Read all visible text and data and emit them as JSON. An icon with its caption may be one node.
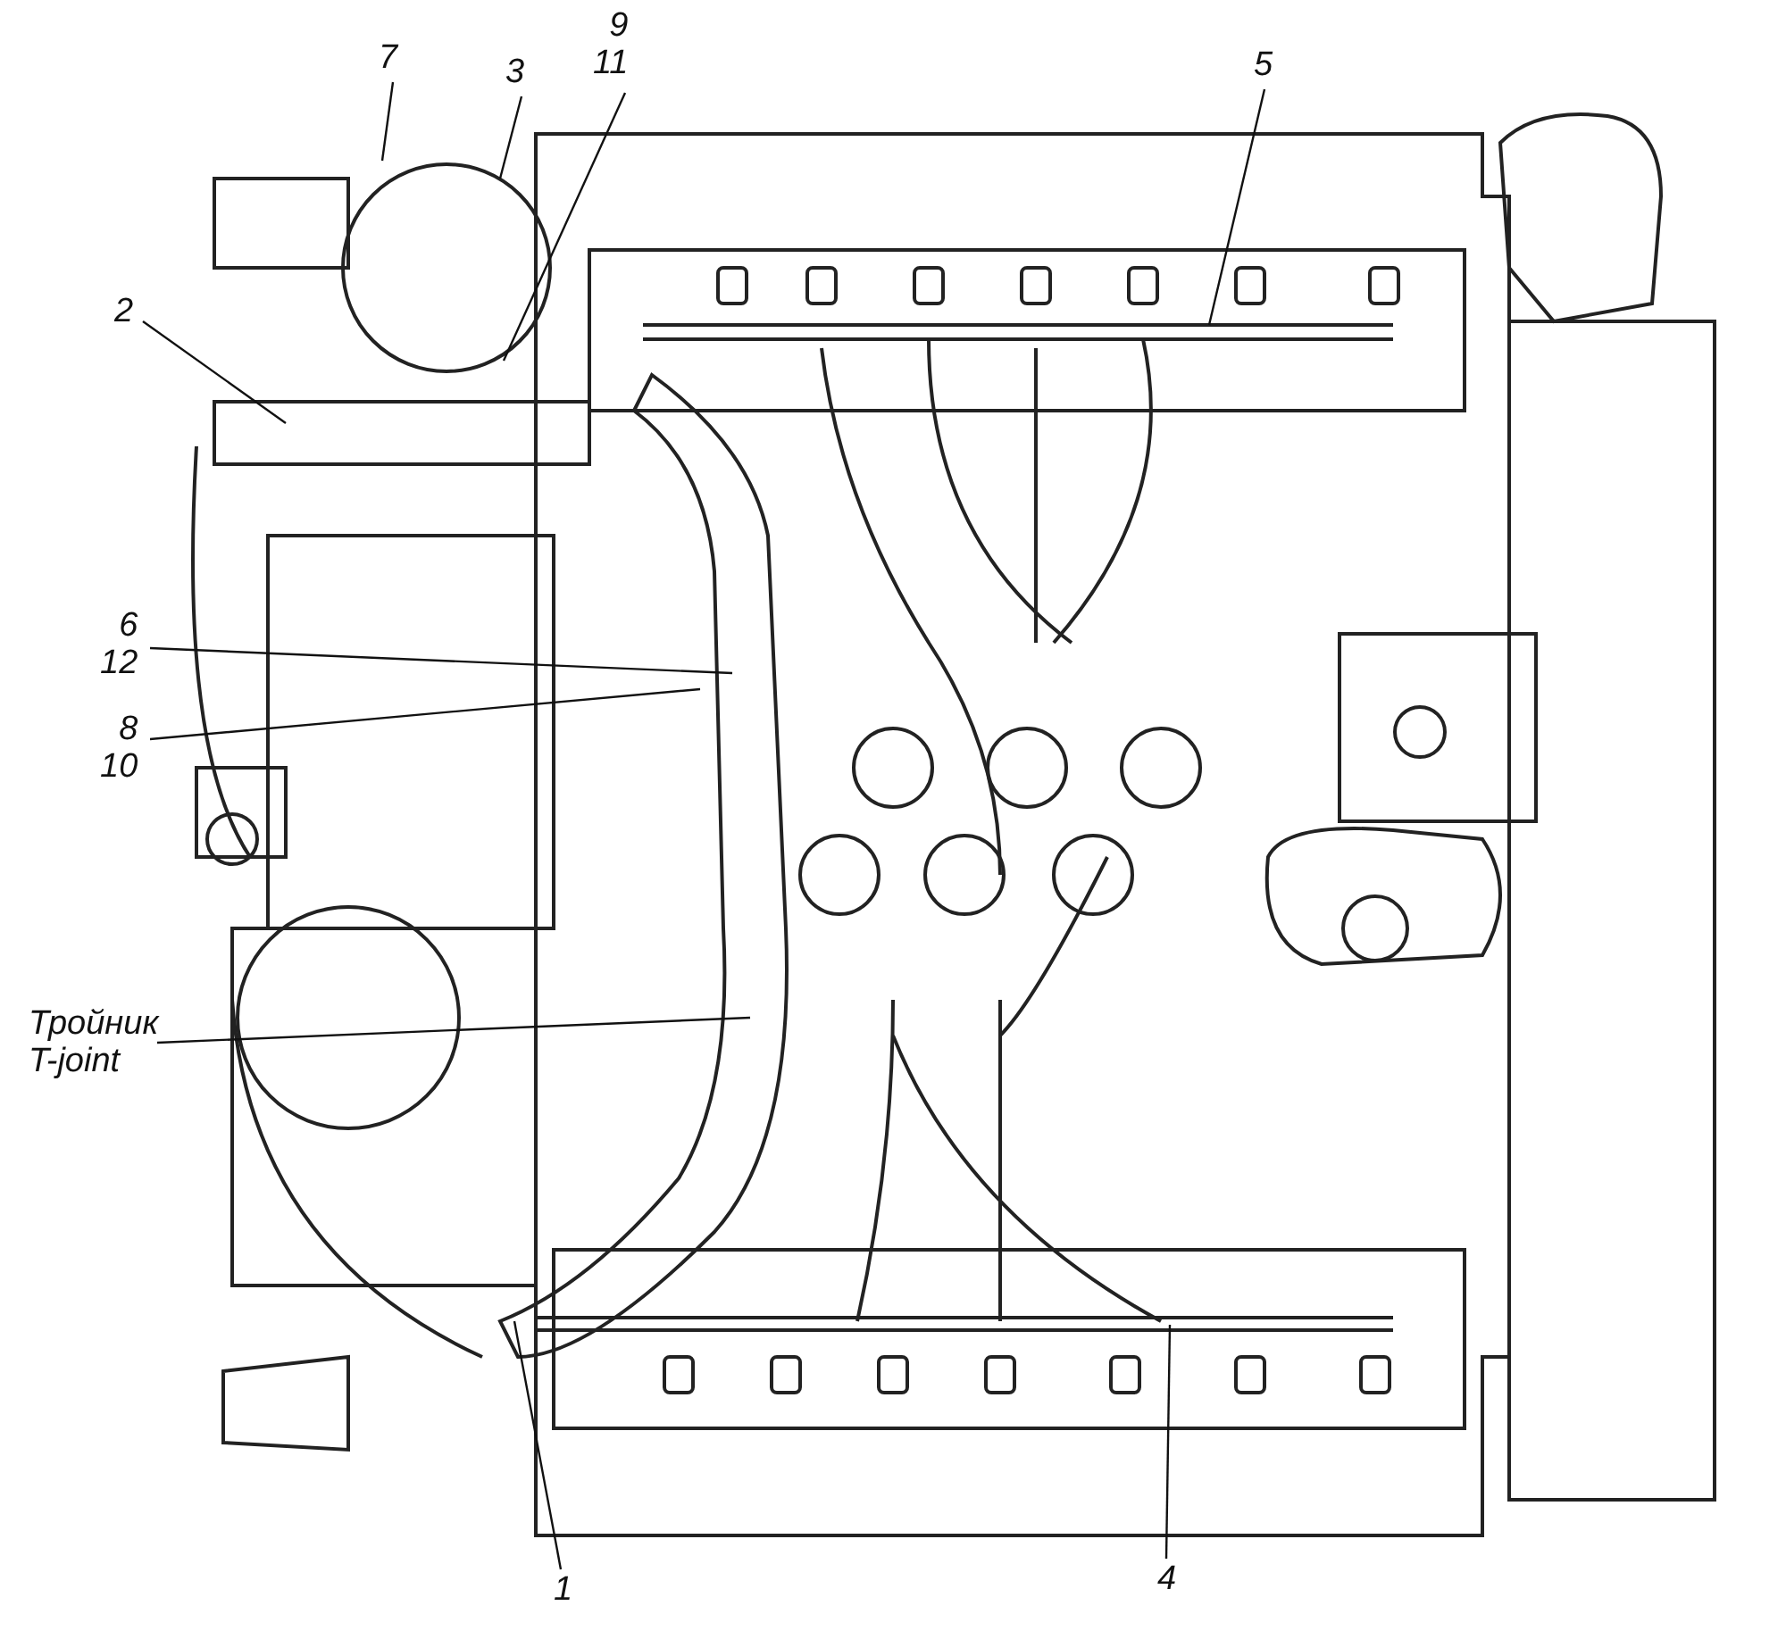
{
  "diagram": {
    "nodes": [
      {
        "text": [
          "7"
        ]
      },
      {
        "text": [
          "3"
        ]
      },
      {
        "text": [
          "9",
          "11"
        ]
      },
      {
        "text": [
          "5"
        ]
      },
      {
        "text": [
          "2"
        ]
      },
      {
        "text": [
          "6",
          "12"
        ]
      },
      {
        "text": [
          "8",
          "10"
        ]
      },
      {
        "text": [
          "Тройник",
          "T-joint"
        ]
      },
      {
        "text": [
          "1"
        ]
      },
      {
        "text": [
          "4"
        ]
      }
    ],
    "edges": [
      {
        "from": 0,
        "to": null,
        "arrow": "none"
      },
      {
        "from": 1,
        "to": null,
        "arrow": "none"
      },
      {
        "from": 2,
        "to": null,
        "arrow": "none"
      },
      {
        "from": 3,
        "to": null,
        "arrow": "none"
      },
      {
        "from": 4,
        "to": null,
        "arrow": "none"
      },
      {
        "from": 5,
        "to": null,
        "arrow": "none"
      },
      {
        "from": 6,
        "to": null,
        "arrow": "none"
      },
      {
        "from": 7,
        "to": null,
        "arrow": "none"
      },
      {
        "from": 8,
        "to": null,
        "arrow": "none"
      },
      {
        "from": 9,
        "to": null,
        "arrow": "none"
      }
    ]
  }
}
